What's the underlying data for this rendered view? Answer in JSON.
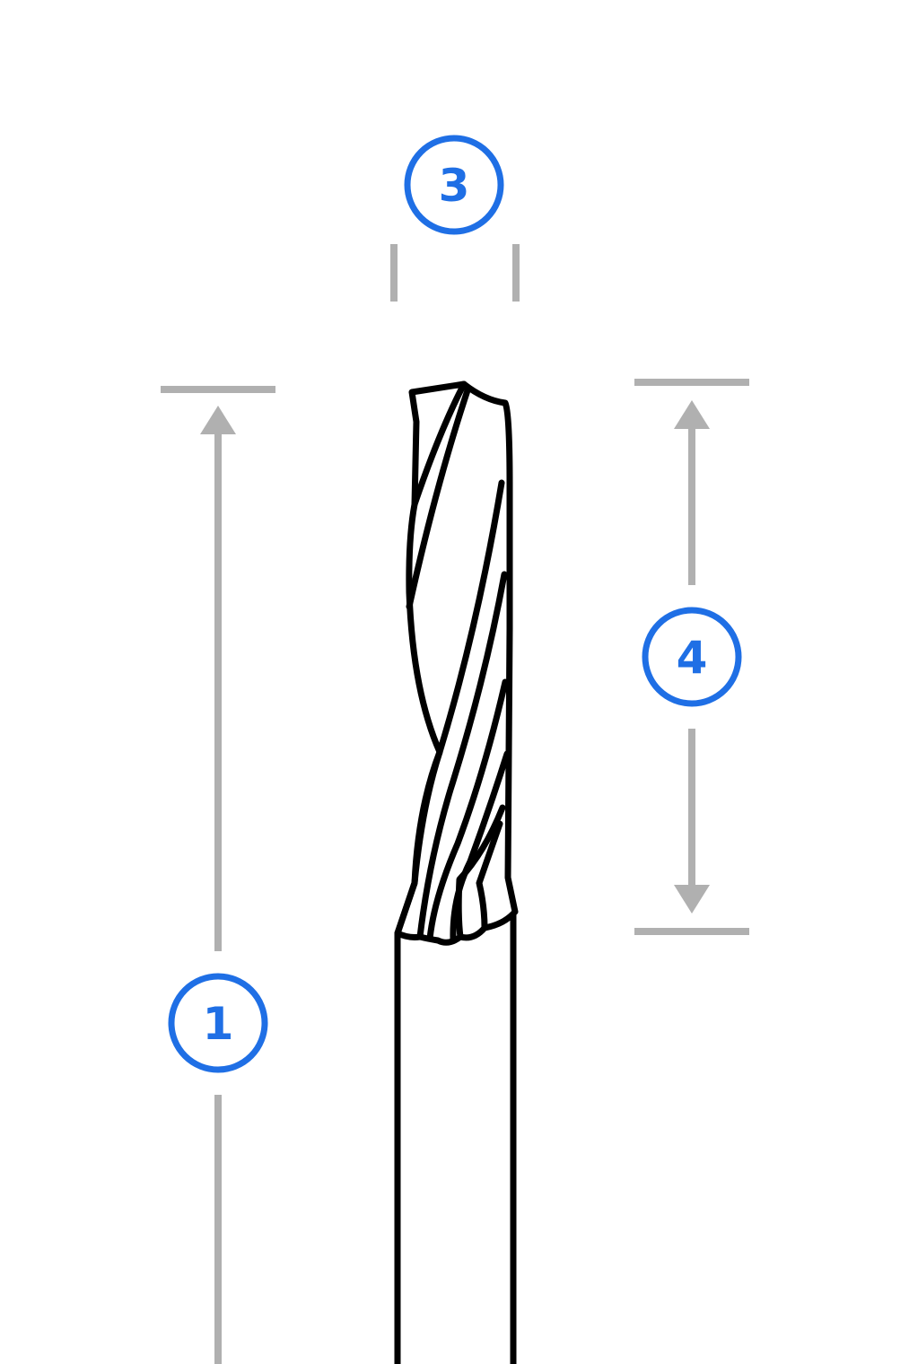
{
  "callouts": [
    {
      "label": "1",
      "meaning": "overall-length"
    },
    {
      "label": "3",
      "meaning": "cutting-diameter"
    },
    {
      "label": "4",
      "meaning": "cutting-length"
    }
  ],
  "colors": {
    "accent": "#1f6fe5",
    "dimension": "#b0b0b0",
    "outline": "#000000",
    "background": "#ffffff"
  }
}
